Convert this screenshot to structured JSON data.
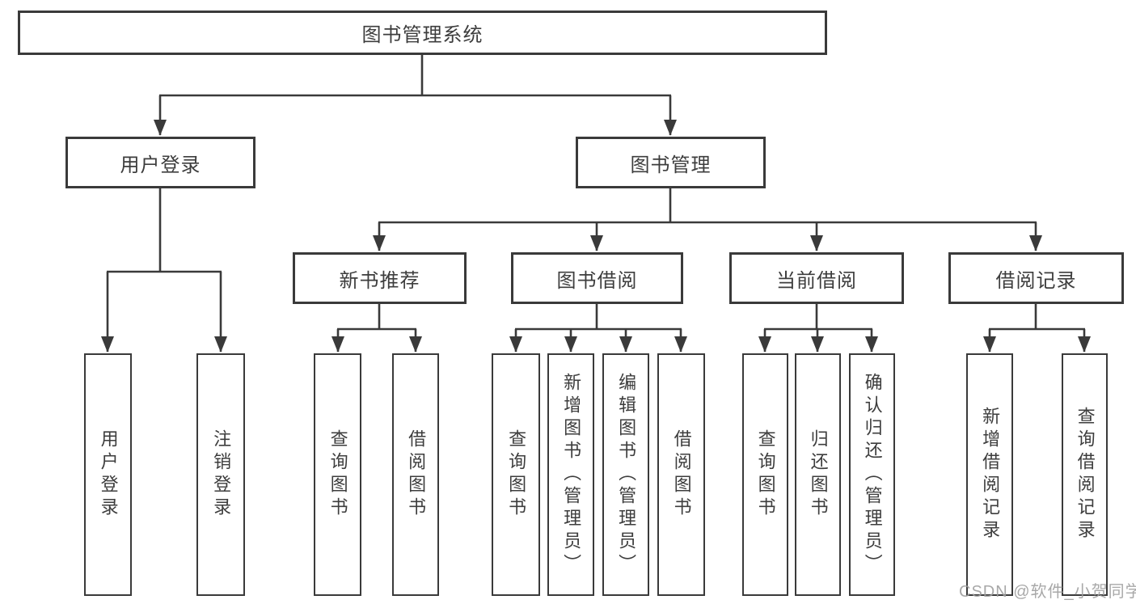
{
  "colors": {
    "line": "#3a3a3a",
    "text": "#3d3d3d",
    "background": "#ffffff",
    "watermark": "#9e9e9e"
  },
  "diagram": {
    "root": {
      "label": "图书管理系统"
    },
    "level2": [
      {
        "label": "用户登录"
      },
      {
        "label": "图书管理"
      }
    ],
    "level3": [
      {
        "label": "新书推荐"
      },
      {
        "label": "图书借阅"
      },
      {
        "label": "当前借阅"
      },
      {
        "label": "借阅记录"
      }
    ],
    "leaves": {
      "user_login": [
        "用户登录",
        "注销登录"
      ],
      "new_book_recommendation": [
        "查询图书",
        "借阅图书"
      ],
      "book_borrowing": [
        "查询图书",
        "新增图书（管理员）",
        "编辑图书（管理员）",
        "借阅图书"
      ],
      "current_borrowing": [
        "查询图书",
        "归还图书",
        "确认归还（管理员）"
      ],
      "borrowing_records": [
        "新增借阅记录",
        "查询借阅记录"
      ]
    },
    "watermark": "CSDN @软件_小贺同学"
  }
}
